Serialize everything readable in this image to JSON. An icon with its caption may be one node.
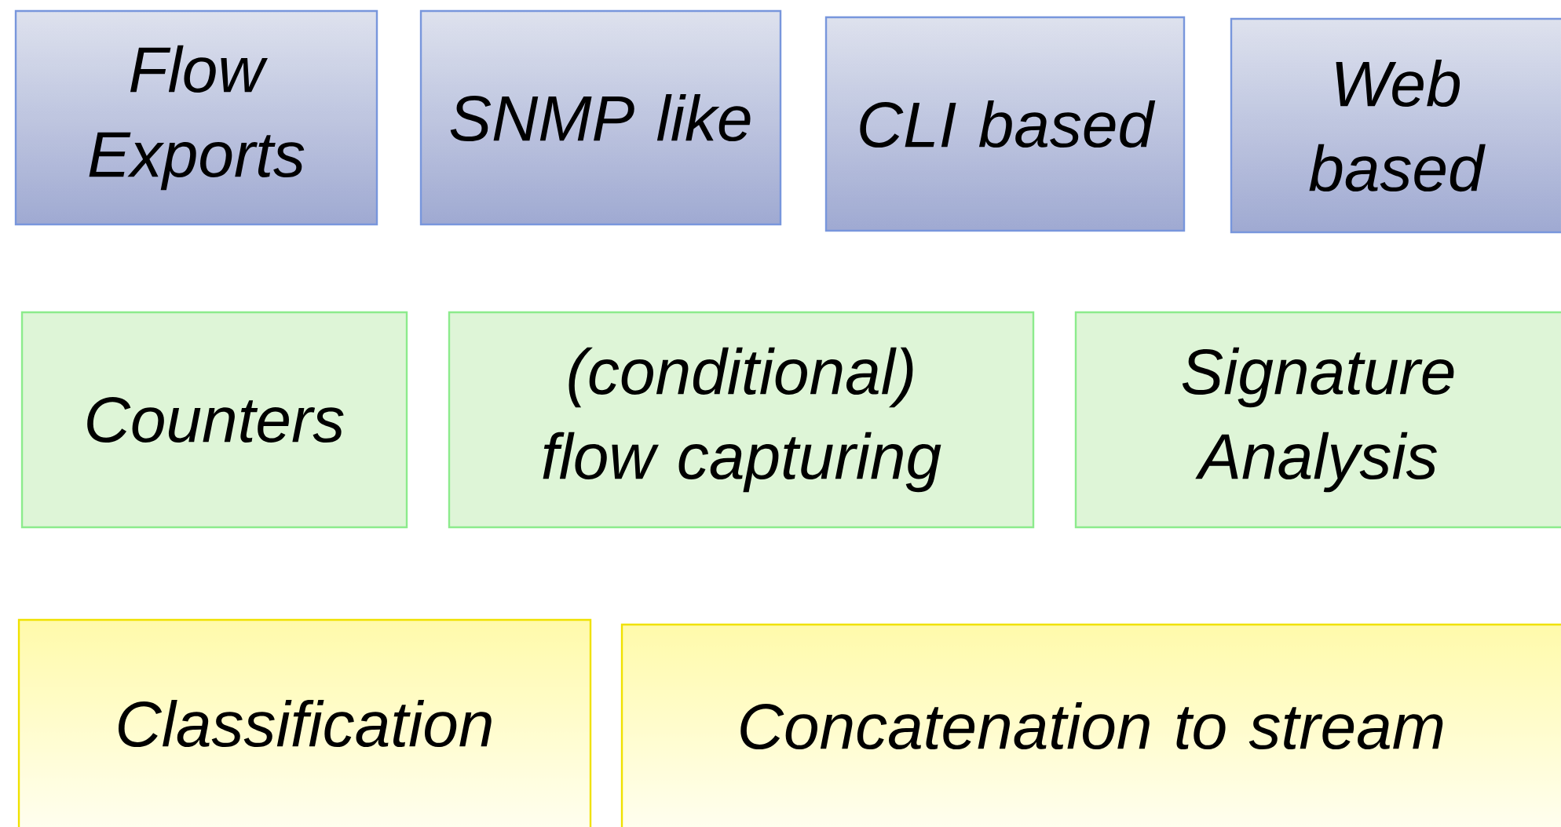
{
  "diagram": {
    "nodes": [
      {
        "text": [
          "Flow Exports"
        ]
      },
      {
        "text": [
          "SNMP like"
        ]
      },
      {
        "text": [
          "CLI based"
        ]
      },
      {
        "text": [
          "Web based"
        ]
      },
      {
        "text": [
          "Counters"
        ]
      },
      {
        "text": [
          "(conditional) flow capturing"
        ]
      },
      {
        "text": [
          "Signature Analysis"
        ]
      },
      {
        "text": [
          "Classification"
        ]
      },
      {
        "text": [
          "Concatenation to stream"
        ]
      }
    ]
  }
}
